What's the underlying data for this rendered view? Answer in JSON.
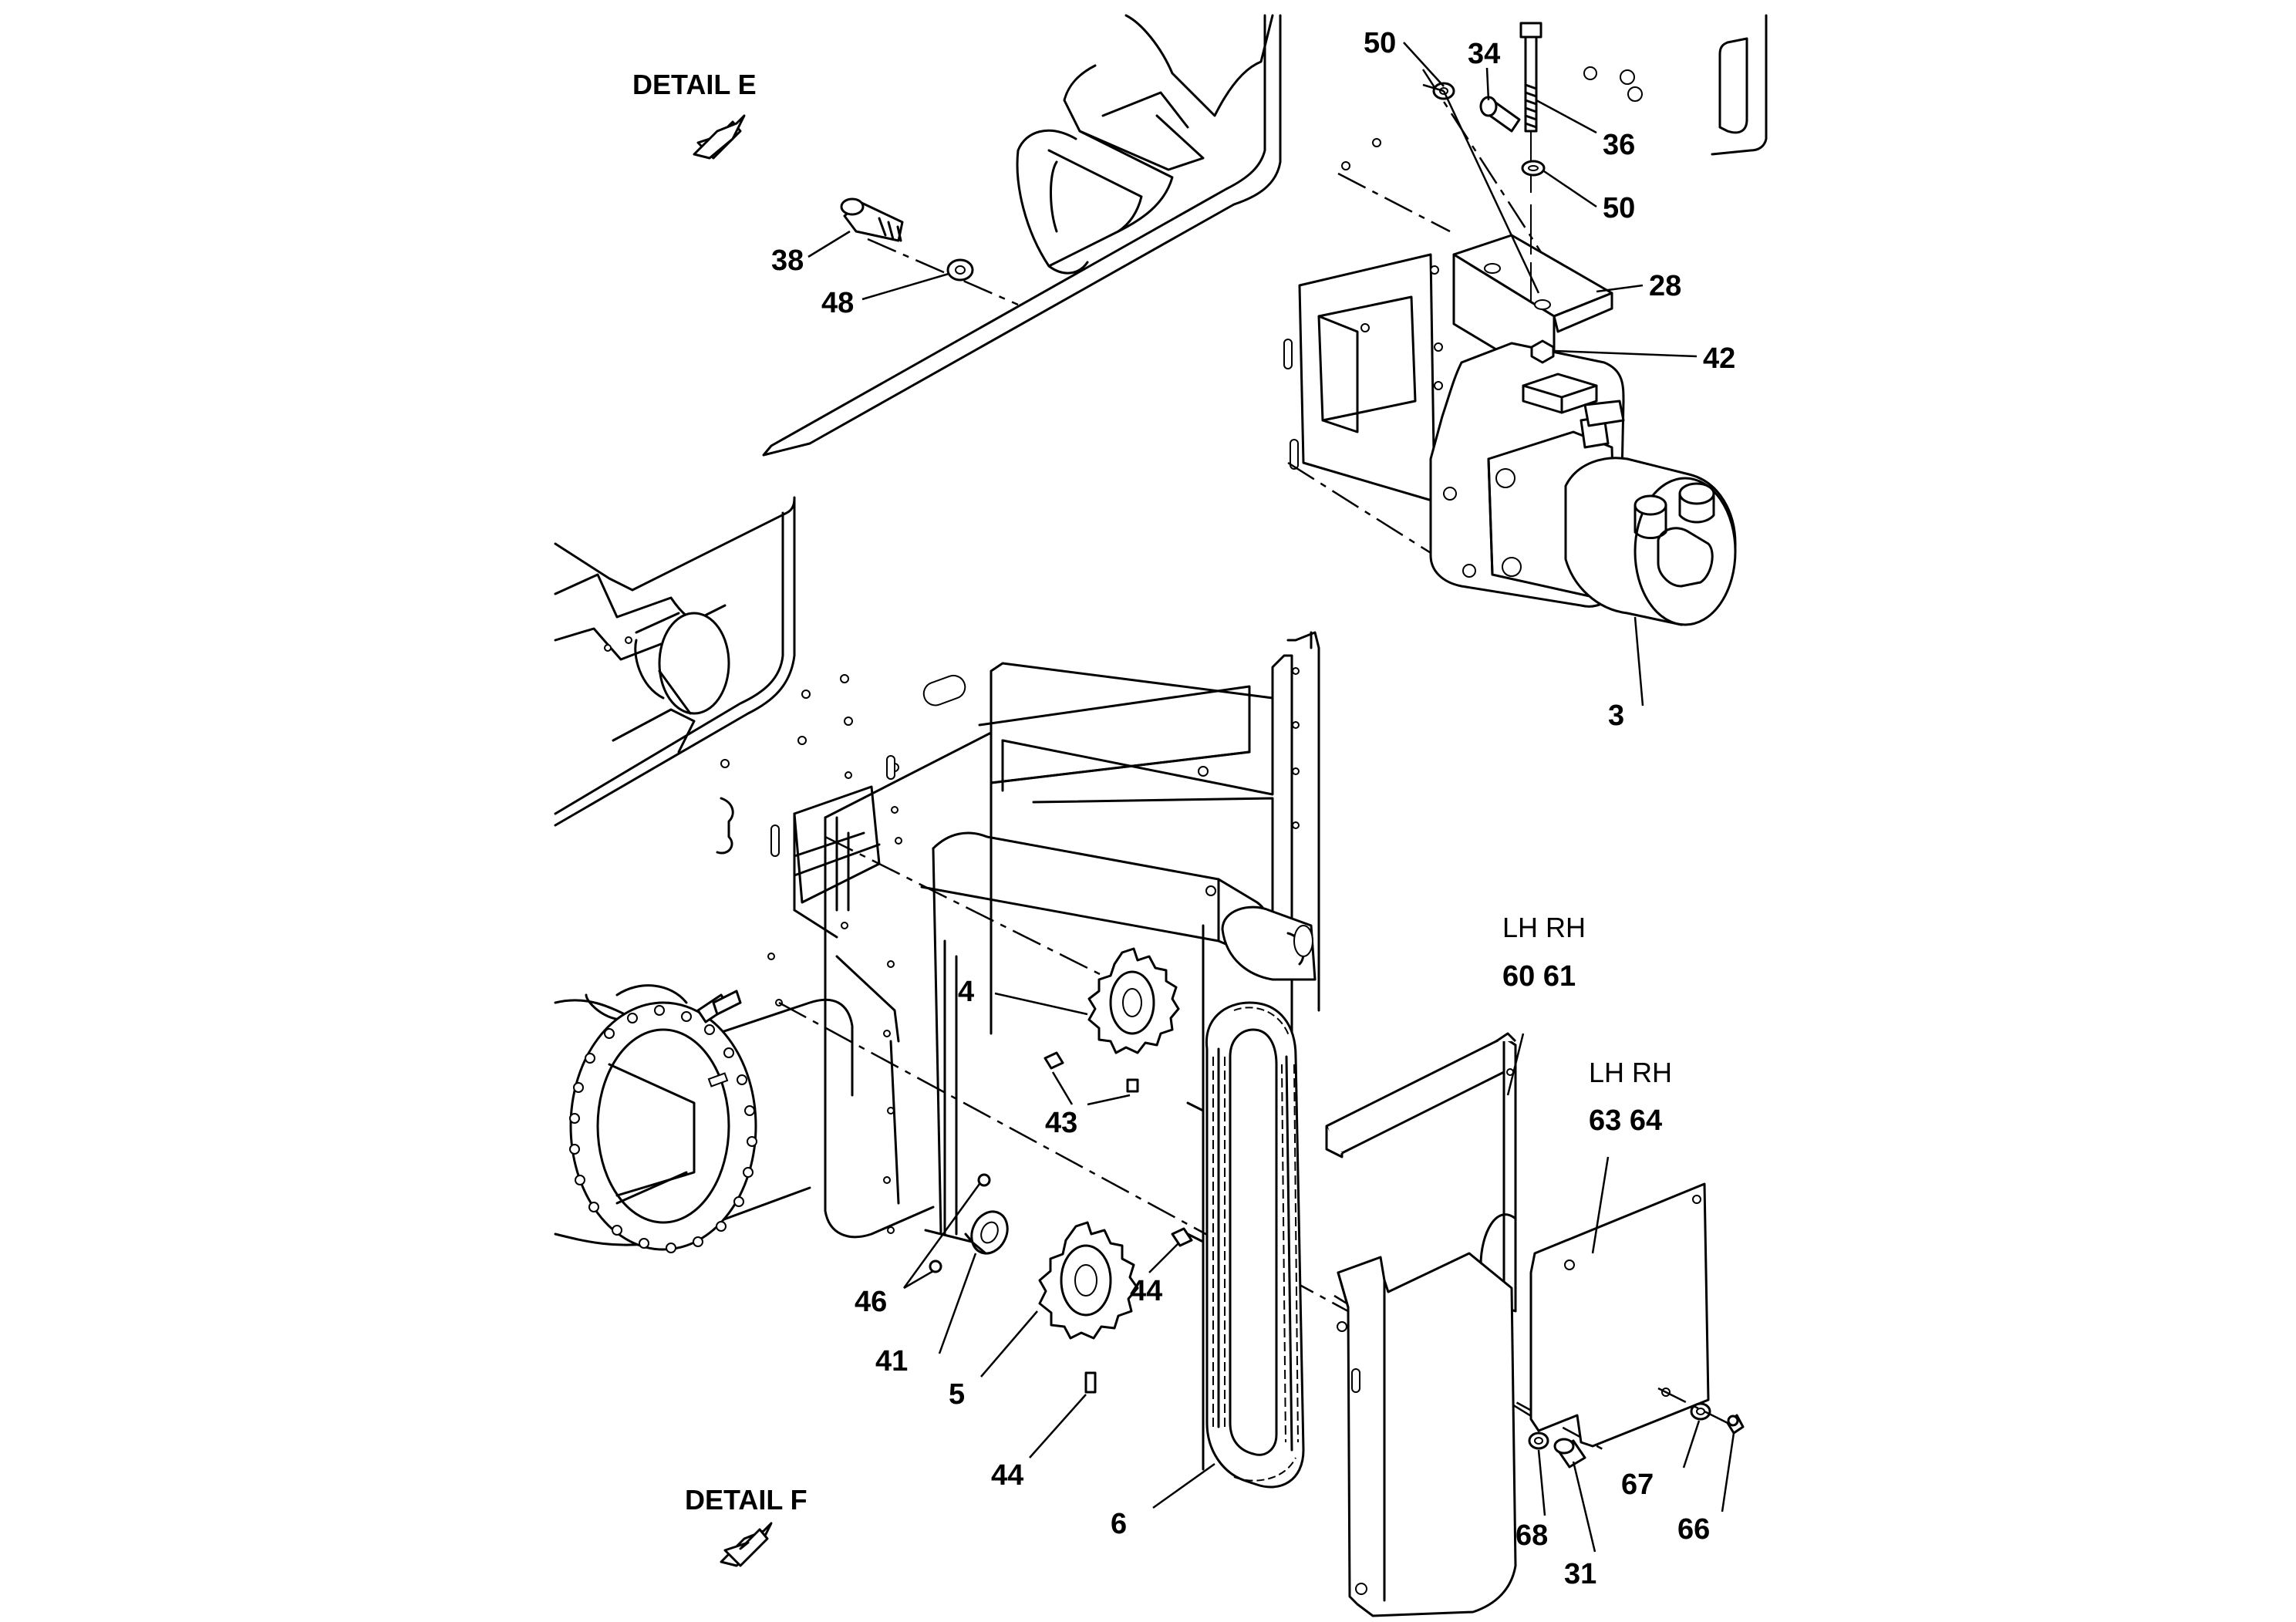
{
  "details": [
    {
      "id": "detail-e",
      "title": "DETAIL E"
    },
    {
      "id": "detail-f",
      "title": "DETAIL F"
    }
  ],
  "callouts": [
    {
      "id": "c50a",
      "text": "50"
    },
    {
      "id": "c34",
      "text": "34"
    },
    {
      "id": "c36",
      "text": "36"
    },
    {
      "id": "c50b",
      "text": "50"
    },
    {
      "id": "c28",
      "text": "28"
    },
    {
      "id": "c42",
      "text": "42"
    },
    {
      "id": "c38",
      "text": "38"
    },
    {
      "id": "c48",
      "text": "48"
    },
    {
      "id": "c3",
      "text": "3"
    },
    {
      "id": "c4",
      "text": "4"
    },
    {
      "id": "c43",
      "text": "43"
    },
    {
      "id": "c46",
      "text": "46"
    },
    {
      "id": "c41",
      "text": "41"
    },
    {
      "id": "c5",
      "text": "5"
    },
    {
      "id": "c44a",
      "text": "44"
    },
    {
      "id": "c44b",
      "text": "44"
    },
    {
      "id": "c6",
      "text": "6"
    },
    {
      "id": "c68",
      "text": "68"
    },
    {
      "id": "c31",
      "text": "31"
    },
    {
      "id": "c67",
      "text": "67"
    },
    {
      "id": "c66",
      "text": "66"
    }
  ],
  "side_labels": {
    "upper_guard_header": "LH RH",
    "upper_guard_parts": "60 61",
    "lower_guard_header": "LH RH",
    "lower_guard_parts": "63 64"
  },
  "colors": {
    "line": "#000000",
    "background": "#ffffff"
  }
}
